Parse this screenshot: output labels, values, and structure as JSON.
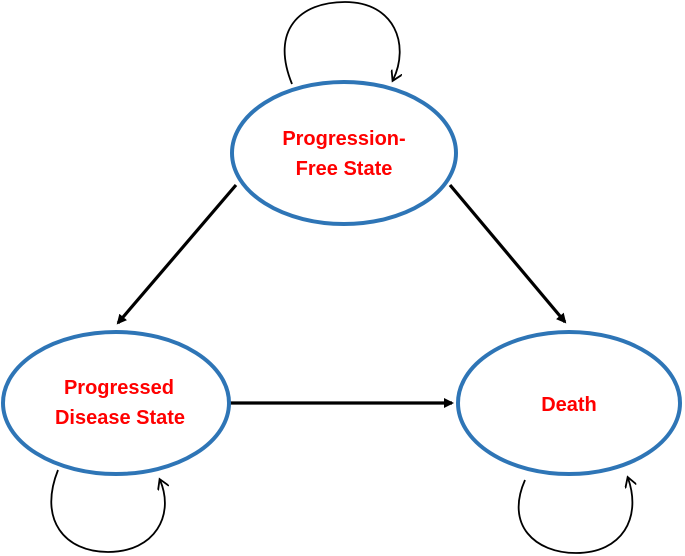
{
  "diagram": {
    "colors": {
      "node_border": "#2e75b6",
      "node_fill": "#ffffff",
      "label_text": "#ff0000",
      "edge": "#000000"
    },
    "nodes": {
      "progression_free": {
        "label_line1": "Progression-",
        "label_line2": "Free State"
      },
      "progressed": {
        "label_line1": "Progressed",
        "label_line2": "Disease State"
      },
      "death": {
        "label": "Death"
      }
    },
    "edges": [
      {
        "from": "Progression-Free State",
        "to": "Progressed Disease State"
      },
      {
        "from": "Progression-Free State",
        "to": "Death"
      },
      {
        "from": "Progressed Disease State",
        "to": "Death"
      },
      {
        "from": "Progression-Free State",
        "to": "Progression-Free State"
      },
      {
        "from": "Progressed Disease State",
        "to": "Progressed Disease State"
      },
      {
        "from": "Death",
        "to": "Death"
      }
    ]
  }
}
